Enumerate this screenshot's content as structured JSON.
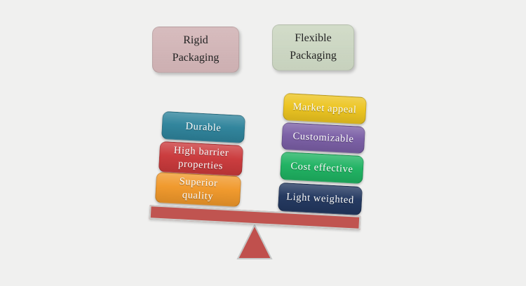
{
  "background_color": "#f0f0ef",
  "headers": [
    {
      "label": "Rigid Packaging",
      "color": "#d3b5b7"
    },
    {
      "label": "Flexible Packaging",
      "color": "#cdd8c3"
    }
  ],
  "left_items": [
    {
      "label": "Durable",
      "color": "#2e839b"
    },
    {
      "label": "High barrier properties",
      "color": "#ca393b"
    },
    {
      "label": "Superior quality",
      "color": "#f0982a"
    }
  ],
  "right_items": [
    {
      "label": "Market appeal",
      "color": "#ecc41f"
    },
    {
      "label": "Customizable",
      "color": "#7a5ea5"
    },
    {
      "label": "Cost effective",
      "color": "#1eb261"
    },
    {
      "label": "Light weighted",
      "color": "#22375f"
    }
  ],
  "seesaw": {
    "plank_color": "#c05450",
    "fulcrum_color": "#c0504d"
  }
}
